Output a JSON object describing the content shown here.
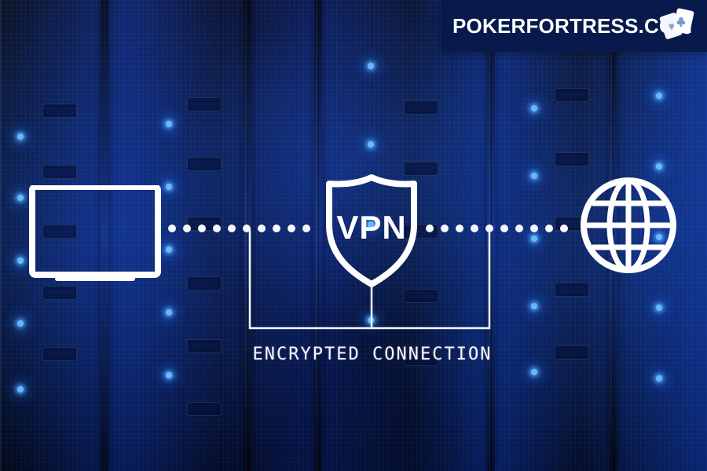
{
  "brand": {
    "site_name": "POKERFORTRESS.COM",
    "logo_icon": "playing-cards-icon",
    "background_color": "#071a4b",
    "text_color": "#ffffff"
  },
  "diagram": {
    "left_node_icon": "monitor-icon",
    "center_node_icon": "shield-icon",
    "center_label": "VPN",
    "right_node_icon": "globe-icon",
    "bottom_label": "ENCRYPTED CONNECTION",
    "line_color": "#f5f8ff",
    "accent_glow": "#67b8ff"
  },
  "background": {
    "theme_colors": [
      "#020817",
      "#071d63",
      "#06185a",
      "#082577",
      "#0a2d89"
    ]
  }
}
